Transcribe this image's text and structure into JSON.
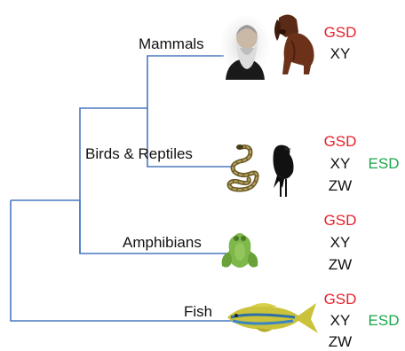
{
  "colors": {
    "branch": "#4a78bf",
    "gsd": "#e8202a",
    "esd": "#1aa64a",
    "text": "#111111"
  },
  "taxa": [
    {
      "name": "Mammals",
      "illustrations": [
        "bearded-man-portrait-icon",
        "dog-icon"
      ],
      "systems": [
        "GSD",
        "XY"
      ],
      "esd": ""
    },
    {
      "name": "Birds & Reptiles",
      "illustrations": [
        "snake-icon",
        "crow-icon"
      ],
      "systems": [
        "GSD",
        "XY",
        "ZW"
      ],
      "esd": "ESD"
    },
    {
      "name": "Amphibians",
      "illustrations": [
        "frog-icon"
      ],
      "systems": [
        "GSD",
        "XY",
        "ZW"
      ],
      "esd": ""
    },
    {
      "name": "Fish",
      "illustrations": [
        "fish-icon"
      ],
      "systems": [
        "GSD",
        "XY",
        "ZW"
      ],
      "esd": "ESD"
    }
  ]
}
